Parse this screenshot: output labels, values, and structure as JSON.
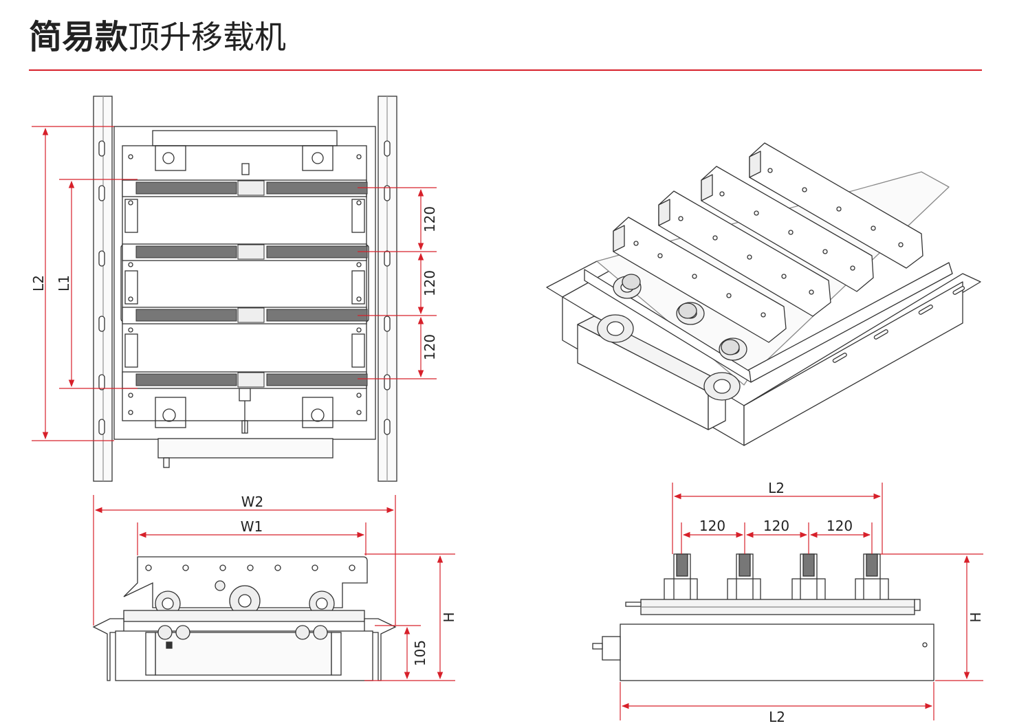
{
  "header": {
    "title_bold": "简易款",
    "title_rest": "顶升移载机"
  },
  "colors": {
    "accent_red": "#d7202a",
    "line_dark": "#333333",
    "belt_gray": "#777777"
  },
  "top_view": {
    "dim_pitch_1": "120",
    "dim_pitch_2": "120",
    "dim_pitch_3": "120",
    "label_l1": "L1",
    "label_l2": "L2"
  },
  "front_view": {
    "label_w2": "W2",
    "label_w1": "W1",
    "label_h": "H",
    "dim_base": "105"
  },
  "side_view": {
    "label_l2_top": "L2",
    "dim_pitch_1": "120",
    "dim_pitch_2": "120",
    "dim_pitch_3": "120",
    "label_h": "H",
    "label_l2_bottom": "L2"
  }
}
